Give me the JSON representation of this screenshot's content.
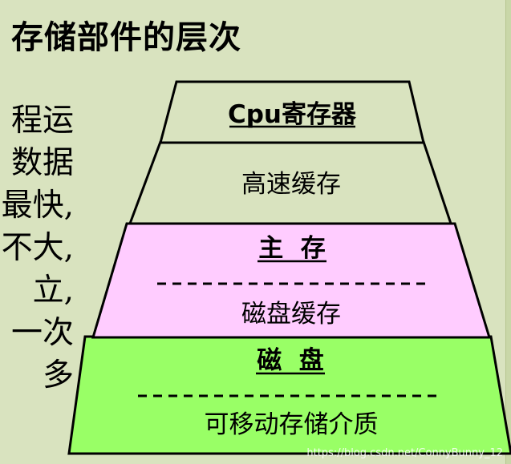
{
  "title": "存储部件的层次",
  "left_text": [
    "程运",
    "数据",
    "最快,",
    "不大,",
    "立,",
    "一次",
    "多"
  ],
  "pyramid": {
    "level1": {
      "label": "Cpu寄存器",
      "color": "#d9e3bf"
    },
    "level2": {
      "label": "高速缓存",
      "color": "#d9e3bf"
    },
    "level3": {
      "label_top": "主  存",
      "label_bottom": "磁盘缓存",
      "color": "#ffccff"
    },
    "level4": {
      "label_top": "磁  盘",
      "label_bottom": "可移动存储介质",
      "color": "#99ff66"
    }
  },
  "watermark": "https://blog.csdn.net/ConnyBunny_12"
}
